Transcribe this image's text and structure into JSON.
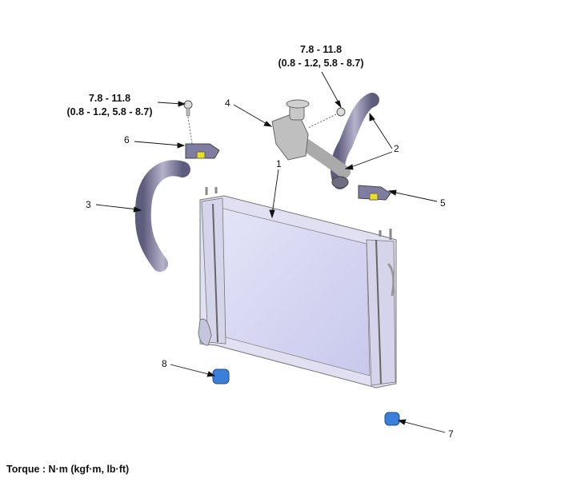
{
  "torque_labels": [
    {
      "value": "7.8 - 11.8",
      "units": "(0.8 - 1.2, 5.8 - 8.7)"
    },
    {
      "value": "7.8 - 11.8",
      "units": "(0.8 - 1.2, 5.8 - 8.7)"
    }
  ],
  "callouts": [
    "1",
    "2",
    "3",
    "4",
    "5",
    "6",
    "7",
    "8"
  ],
  "footer": "Torque : N·m (kgf·m, lb·ft)",
  "colors": {
    "radiator": "#d8d8f4",
    "hose": "#8a88a8",
    "mount": "#3a7fd8",
    "accent": "#e8e020"
  }
}
